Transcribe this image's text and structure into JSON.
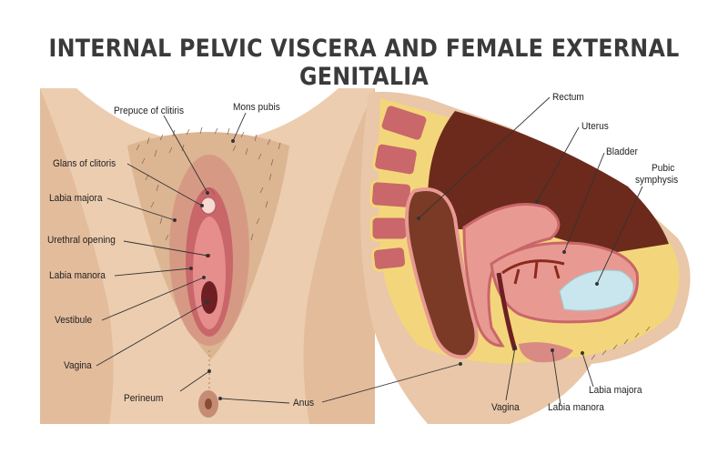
{
  "title": "INTERNAL PELVIC VISCERA AND FEMALE EXTERNAL GENITALIA",
  "external_labels": {
    "prepuce": "Prepuce of clitiris",
    "mons": "Mons pubis",
    "glans": "Glans of clitoris",
    "labia_majora": "Labia majora",
    "urethral": "Urethral opening",
    "labia_manora": "Labia manora",
    "vestibule": "Vestibule",
    "vagina": "Vagina",
    "perineum": "Perineum",
    "anus": "Anus"
  },
  "section_labels": {
    "rectum": "Rectum",
    "uterus": "Uterus",
    "bladder": "Bladder",
    "pubic_symphysis_1": "Pubic",
    "pubic_symphysis_2": "symphysis",
    "labia_majora": "Labia majora",
    "vagina": "Vagina",
    "labia_manora": "Labia manora"
  },
  "colors": {
    "skin": "#eccdb0",
    "skin_shadow": "#d8ae8c",
    "fat": "#f3d67b",
    "dark_tissue": "#6b2a1c",
    "pink": "#e89a92",
    "bladder_fluid": "#c9e6ee"
  }
}
